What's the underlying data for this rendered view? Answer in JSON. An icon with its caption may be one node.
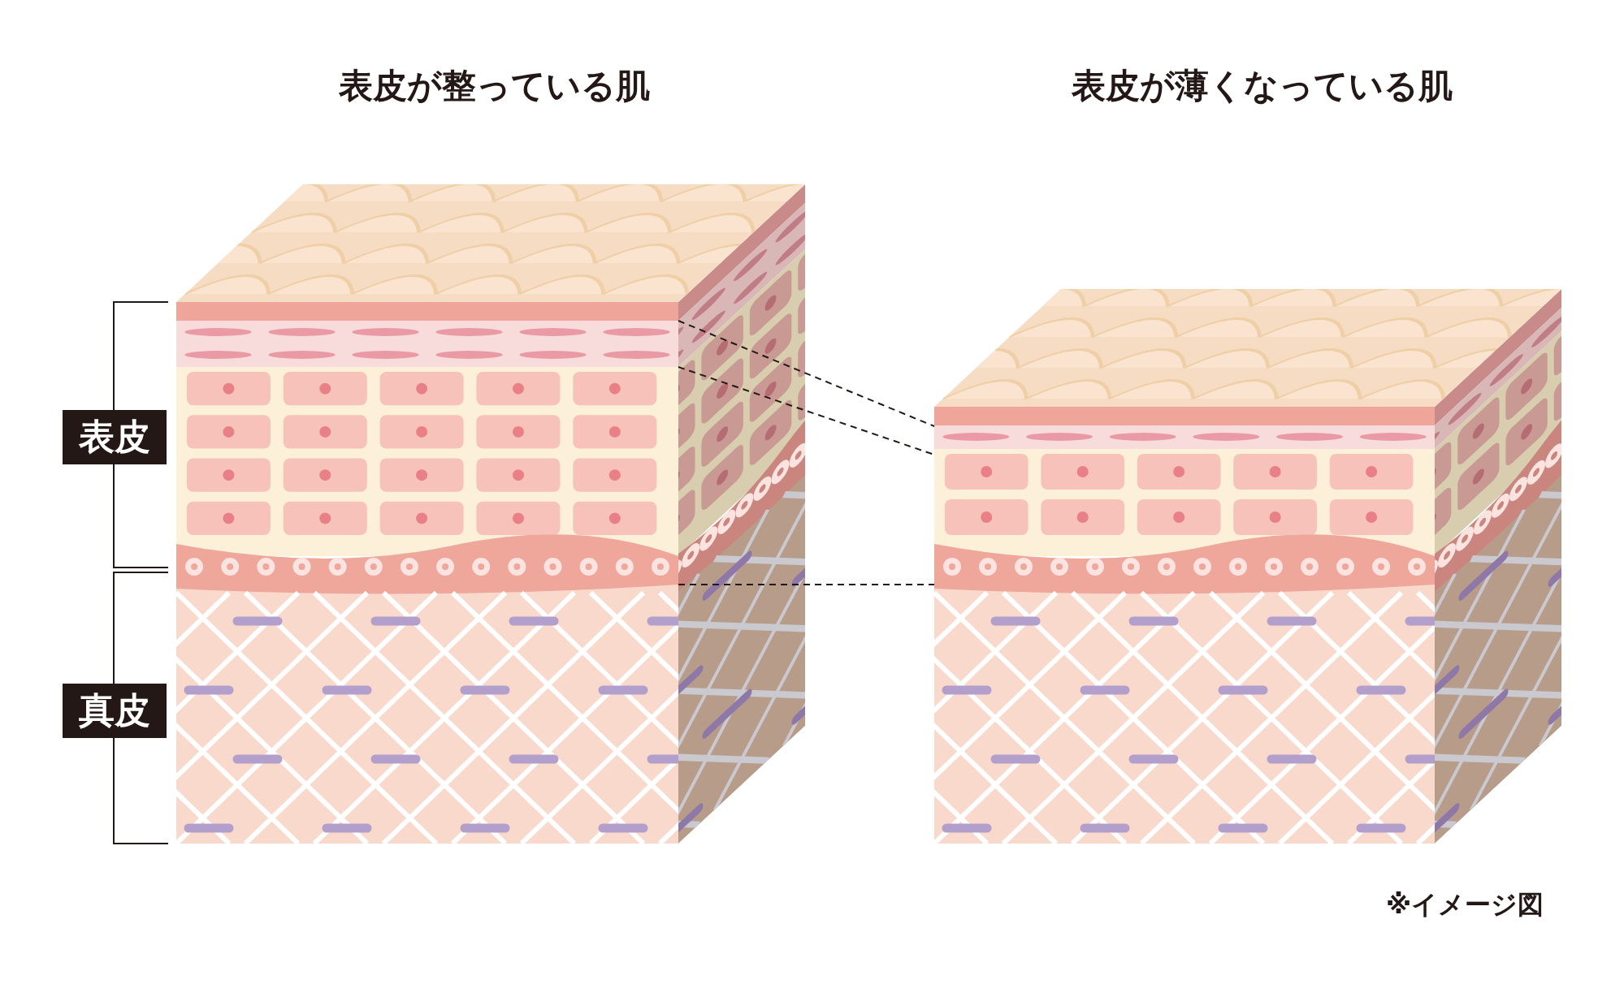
{
  "diagram": {
    "labels": [
      "表皮が整っている肌",
      "表皮が薄くなっている肌",
      "表皮",
      "真皮",
      "※イメージ図"
    ]
  }
}
